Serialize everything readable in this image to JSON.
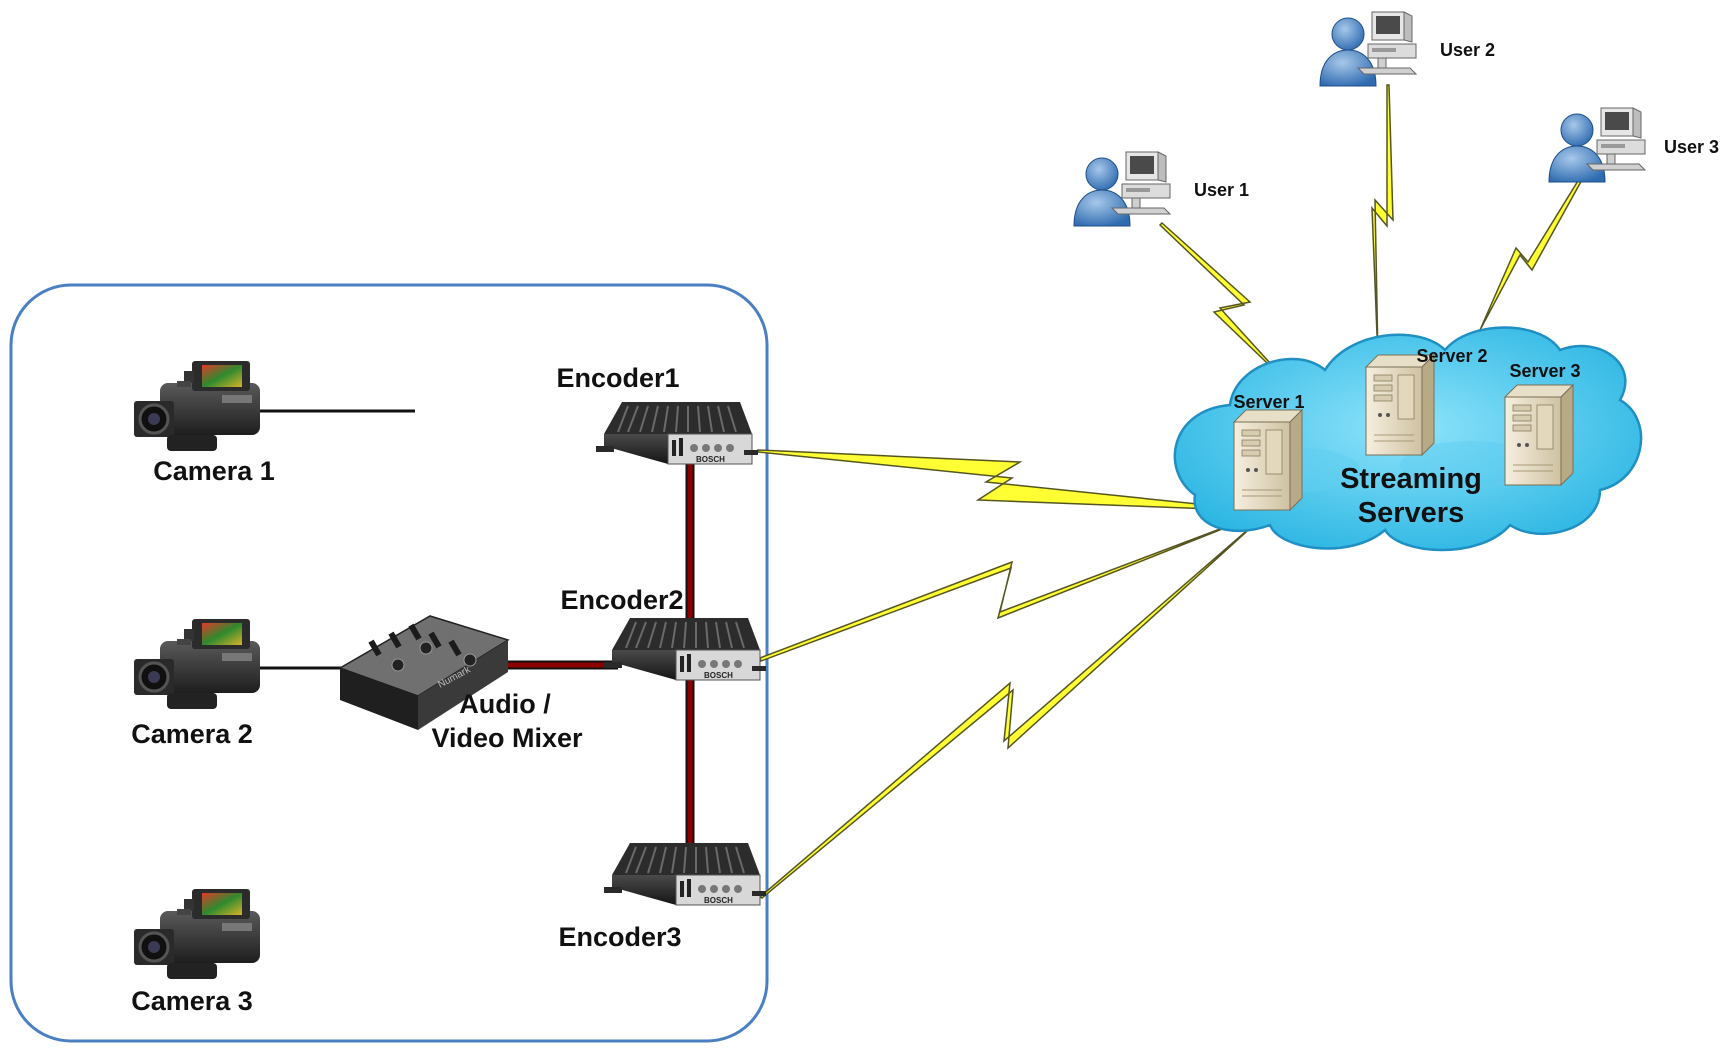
{
  "diagram": {
    "cameras": [
      {
        "label": "Camera 1"
      },
      {
        "label": "Camera 2"
      },
      {
        "label": "Camera 3"
      }
    ],
    "mixer": {
      "label_line1": "Audio /",
      "label_line2": "Video Mixer",
      "brand": "Numark"
    },
    "encoders": [
      {
        "label": "Encoder1",
        "brand": "BOSCH"
      },
      {
        "label": "Encoder2",
        "brand": "BOSCH"
      },
      {
        "label": "Encoder3",
        "brand": "BOSCH"
      }
    ],
    "cloud": {
      "label_line1": "Streaming",
      "label_line2": "Servers"
    },
    "servers": [
      {
        "label": "Server 1"
      },
      {
        "label": "Server 2"
      },
      {
        "label": "Server 3"
      }
    ],
    "users": [
      {
        "label": "User 1"
      },
      {
        "label": "User 2"
      },
      {
        "label": "User 3"
      }
    ],
    "colors": {
      "group_border": "#4a7fc4",
      "lightning": "#ffff33",
      "lightning_outline": "#7a7a10",
      "red_link": "#8b0000",
      "cloud_fill": "#3fc4ea",
      "cloud_stroke": "#1f8fc4"
    }
  }
}
